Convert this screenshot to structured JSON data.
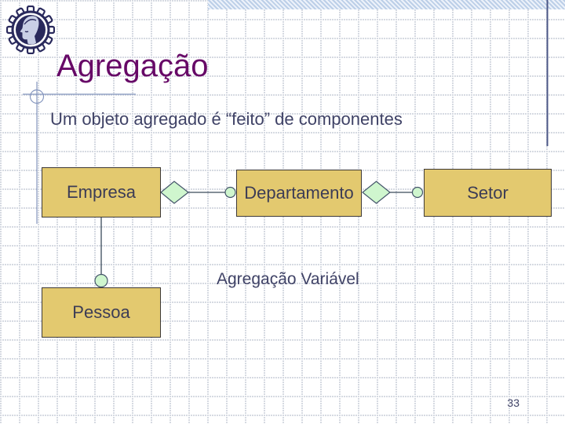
{
  "slide": {
    "title": "Agregação",
    "subtitle": "Um objeto agregado é “feito” de componentes",
    "caption": "Agregação Variável",
    "page_number": "33"
  },
  "diagram": {
    "entities": [
      {
        "label": "Empresa"
      },
      {
        "label": "Departamento"
      },
      {
        "label": "Setor"
      },
      {
        "label": "Pessoa"
      }
    ],
    "relations": [
      {
        "from": "Empresa",
        "to": "Departamento",
        "connector": "diamond-line-circle"
      },
      {
        "from": "Departamento",
        "to": "Setor",
        "connector": "diamond-line-circle"
      },
      {
        "from": "Empresa",
        "to": "Pessoa",
        "connector": "line-circle"
      }
    ]
  },
  "icons": {
    "logo": "gear-minerva-emblem"
  },
  "colors": {
    "title_text": "#670967",
    "body_text": "#3F4266",
    "entity_fill": "#E3C96F",
    "entity_border": "#3E3A38",
    "connector_fill": "#CFF6CE",
    "connector_stroke": "#44546A",
    "guide_line": "#8596BE",
    "right_rule": "#4A5585",
    "logo_navy": "#29295C",
    "band_blue": "#BCCFE8"
  }
}
